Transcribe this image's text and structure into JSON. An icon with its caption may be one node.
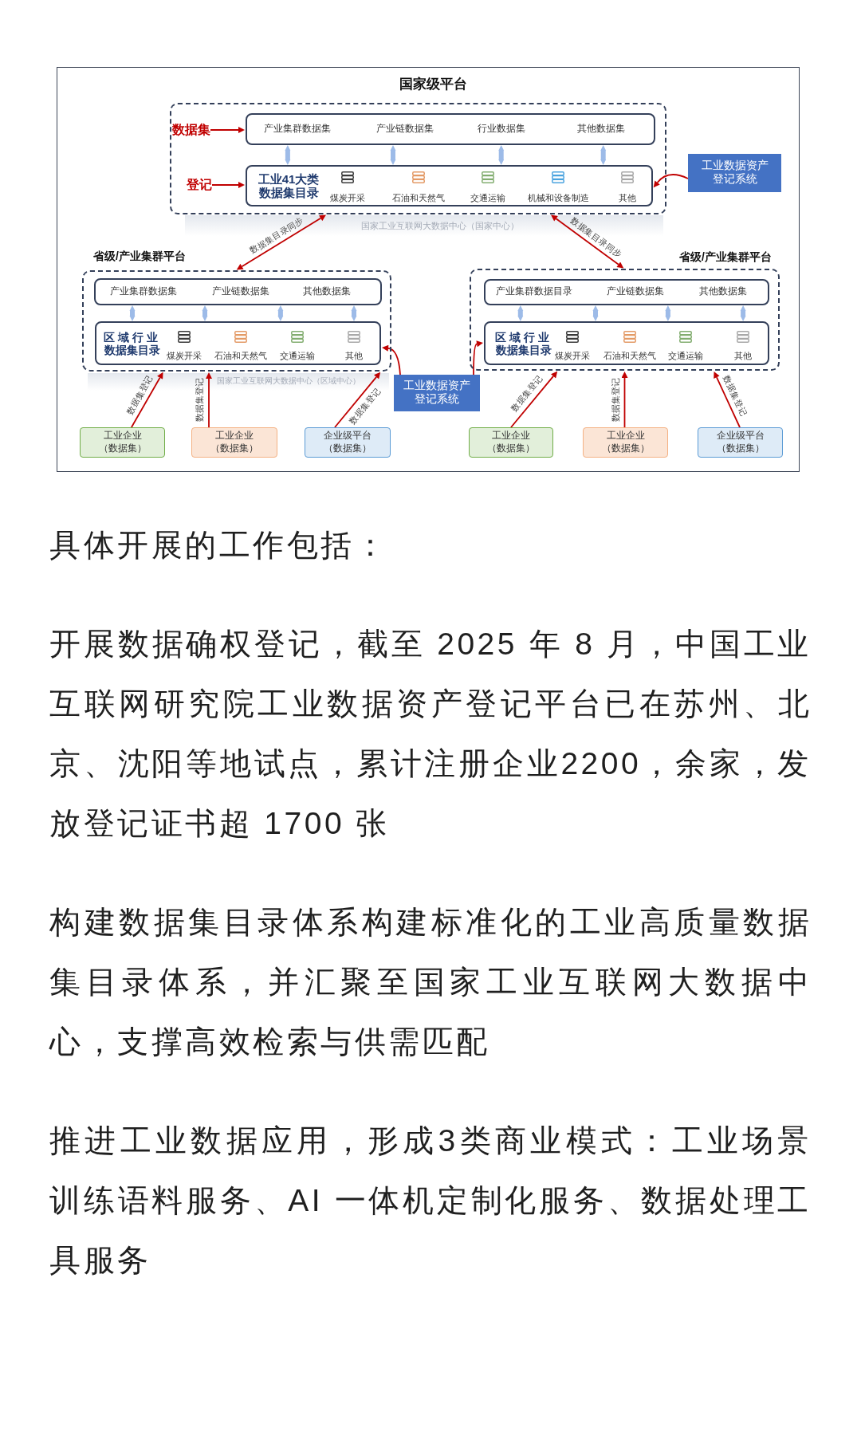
{
  "diagram": {
    "nodes": [
      {
        "text": [
          "国家级平台"
        ],
        "beside": [
          "国家工业互联网大数据中心（国家中心）"
        ]
      },
      {
        "text": [
          "数据集"
        ],
        "in": 0
      },
      {
        "text": [
          "产业集群数据集",
          "产业链数据集",
          "行业数据集",
          "其他数据集"
        ],
        "in": 0
      },
      {
        "text": [
          "登记"
        ],
        "in": 0
      },
      {
        "text": [
          "工业41大类数据集目录",
          "煤炭开采",
          "石油和天然气",
          "交通运输",
          "机械和设备制造",
          "其他"
        ],
        "in": 0
      },
      {
        "text": [
          "工业数据资产登记系统"
        ]
      },
      {
        "text": [
          "省级/产业集群平台"
        ],
        "beside": [
          "国家工业互联网大数据中心（区域中心）"
        ]
      },
      {
        "text": [
          "产业集群数据集",
          "产业链数据集",
          "其他数据集"
        ],
        "in": 6
      },
      {
        "text": [
          "区域行业数据集目录",
          "煤炭开采",
          "石油和天然气",
          "交通运输",
          "其他"
        ],
        "in": 6
      },
      {
        "text": [
          "省级/产业集群平台"
        ]
      },
      {
        "text": [
          "产业集群数据目录",
          "产业链数据集",
          "其他数据集"
        ],
        "in": 9
      },
      {
        "text": [
          "区域行业数据集目录",
          "煤炭开采",
          "石油和天然气",
          "交通运输",
          "其他"
        ],
        "in": 9
      },
      {
        "text": [
          "工业数据资产登记系统"
        ]
      },
      {
        "text": [
          "工业企业（数据集）"
        ]
      },
      {
        "text": [
          "工业企业（数据集）"
        ]
      },
      {
        "text": [
          "企业级平台（数据集）"
        ]
      },
      {
        "text": [
          "工业企业（数据集）"
        ]
      },
      {
        "text": [
          "工业企业（数据集）"
        ]
      },
      {
        "text": [
          "企业级平台（数据集）"
        ]
      }
    ],
    "edges": [
      {
        "from": 1,
        "to": 2,
        "arrow": "to"
      },
      {
        "from": 3,
        "to": 4,
        "arrow": "to"
      },
      {
        "from": 2,
        "to": 4,
        "arrow": "both",
        "style": "thick",
        "color": "#9dbbe8"
      },
      {
        "from": 2,
        "to": 4,
        "arrow": "both",
        "style": "thick",
        "color": "#9dbbe8"
      },
      {
        "from": 2,
        "to": 4,
        "arrow": "both",
        "style": "thick",
        "color": "#9dbbe8"
      },
      {
        "from": 2,
        "to": 4,
        "arrow": "both",
        "style": "thick",
        "color": "#9dbbe8"
      },
      {
        "from": 5,
        "to": 4,
        "arrow": "to"
      },
      {
        "from": 0,
        "to": 6,
        "arrow": "both",
        "label": "数据集目录同步"
      },
      {
        "from": 0,
        "to": 9,
        "arrow": "both",
        "label": "数据集目录同步"
      },
      {
        "from": 7,
        "to": 8,
        "arrow": "both",
        "style": "thick",
        "color": "#9dbbe8"
      },
      {
        "from": 7,
        "to": 8,
        "arrow": "both",
        "style": "thick",
        "color": "#9dbbe8"
      },
      {
        "from": 7,
        "to": 8,
        "arrow": "both",
        "style": "thick",
        "color": "#9dbbe8"
      },
      {
        "from": 7,
        "to": 8,
        "arrow": "both",
        "style": "thick",
        "color": "#9dbbe8"
      },
      {
        "from": 10,
        "to": 11,
        "arrow": "both",
        "style": "thick",
        "color": "#9dbbe8"
      },
      {
        "from": 10,
        "to": 11,
        "arrow": "both",
        "style": "thick",
        "color": "#9dbbe8"
      },
      {
        "from": 10,
        "to": 11,
        "arrow": "both",
        "style": "thick",
        "color": "#9dbbe8"
      },
      {
        "from": 10,
        "to": 11,
        "arrow": "both",
        "style": "thick",
        "color": "#9dbbe8"
      },
      {
        "from": 12,
        "to": 8,
        "arrow": "to"
      },
      {
        "from": 12,
        "to": 11,
        "arrow": "to"
      },
      {
        "from": 13,
        "to": 6,
        "arrow": "to",
        "label": "数据集登记"
      },
      {
        "from": 14,
        "to": 6,
        "arrow": "to",
        "label": "数据集登记"
      },
      {
        "from": 15,
        "to": 6,
        "arrow": "to",
        "label": "数据集登记"
      },
      {
        "from": 16,
        "to": 9,
        "arrow": "to",
        "label": "数据集登记"
      },
      {
        "from": 17,
        "to": 9,
        "arrow": "to",
        "label": "数据集登记"
      },
      {
        "from": 18,
        "to": 9,
        "arrow": "to",
        "label": "数据集登记"
      }
    ],
    "labels": [
      "具体开展的工作包括：",
      "开展数据确权登记，截至 2025 年 8 月，中国工业互联网研究院工业数据资产登记平台已在苏州、北京、沈阳等地试点，累计注册企业2200，余家，发放登记证书超 1700 张",
      "构建数据集目录体系构建标准化的工业高质量数据集目录体系，并汇聚至国家工业互联网大数据中心，支撑高效检索与供需匹配",
      "推进工业数据应用，形成3类商业模式：工业场景训练语料服务、AI 一体机定制化服务、数据处理工具服务"
    ]
  }
}
